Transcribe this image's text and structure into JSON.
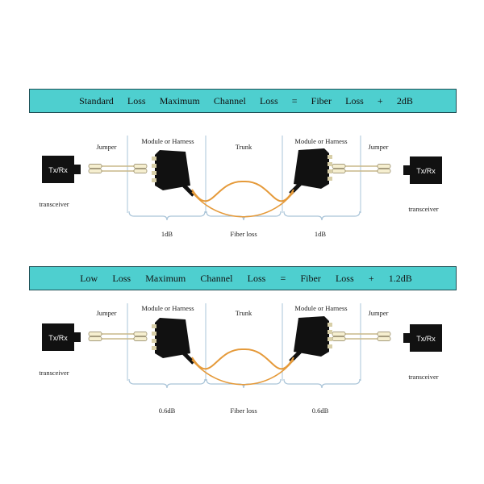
{
  "colors": {
    "banner_fill": "#4ecfcf",
    "banner_border": "#1f4f55",
    "fiber": "#e59a3a",
    "device": "#111111",
    "bracket": "#a9c4d8",
    "connector_body": "#f6efd0"
  },
  "sections": [
    {
      "banner": [
        "Standard",
        "Loss",
        "Maximum",
        "Channel",
        "Loss",
        "=",
        "Fiber",
        "Loss",
        "+",
        "2dB"
      ],
      "labels": {
        "jumper_left": "Jumper",
        "module_left": "Module or Harness",
        "trunk": "Trunk",
        "module_right": "Module or Harness",
        "jumper_right": "Jumper",
        "txrx_left": "Tx/Rx",
        "txrx_right": "Tx/Rx",
        "transceiver_left": "transceiver",
        "transceiver_right": "transceiver",
        "loss_left": "1dB",
        "loss_middle": "Fiber loss",
        "loss_right": "1dB"
      }
    },
    {
      "banner": [
        "Low",
        "Loss",
        "Maximum",
        "Channel",
        "Loss",
        "=",
        "Fiber",
        "Loss",
        "+",
        "1.2dB"
      ],
      "labels": {
        "jumper_left": "Jumper",
        "module_left": "Module or Harness",
        "trunk": "Trunk",
        "module_right": "Module or Harness",
        "jumper_right": "Jumper",
        "txrx_left": "Tx/Rx",
        "txrx_right": "Tx/Rx",
        "transceiver_left": "transceiver",
        "transceiver_right": "transceiver",
        "loss_left": "0.6dB",
        "loss_middle": "Fiber loss",
        "loss_right": "0.6dB"
      }
    }
  ]
}
